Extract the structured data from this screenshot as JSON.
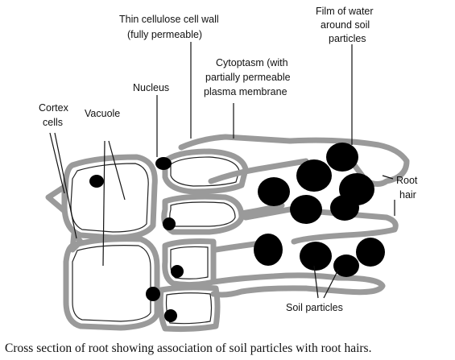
{
  "labels": {
    "cell_wall_line1": "Thin cellulose cell wall",
    "cell_wall_line2": "(fully permeable)",
    "film_line1": "Film of water",
    "film_line2": "around soil",
    "film_line3": "particles",
    "cytoplasm_line1": "Cytoptasm (with",
    "cytoplasm_line2": "partially permeable",
    "cytoplasm_line3": "plasma membrane",
    "nucleus": "Nucleus",
    "cortex_line1": "Cortex",
    "cortex_line2": "cells",
    "vacuole": "Vacuole",
    "root_hair_line1": "Root",
    "root_hair_line2": "hair",
    "soil_particles": "Soil particles"
  },
  "caption": "Cross section of root showing association of soil particles with root hairs."
}
